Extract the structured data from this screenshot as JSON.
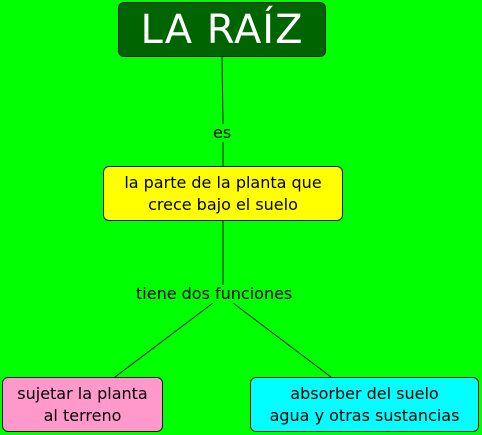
{
  "colors": {
    "background": "#00ff00",
    "root_node": "#006400",
    "definition_node": "#ffff00",
    "function_1_node": "#ff99cc",
    "function_2_node": "#00ffff"
  },
  "nodes": {
    "root": "LA RAÍZ",
    "definition": "la parte de la planta que\ncrece bajo el suelo",
    "function_1": "sujetar la planta\nal terreno",
    "function_2": "absorber del suelo\nagua y otras sustancias"
  },
  "links": {
    "root_to_definition": "es",
    "definition_to_functions": "tiene dos funciones"
  }
}
